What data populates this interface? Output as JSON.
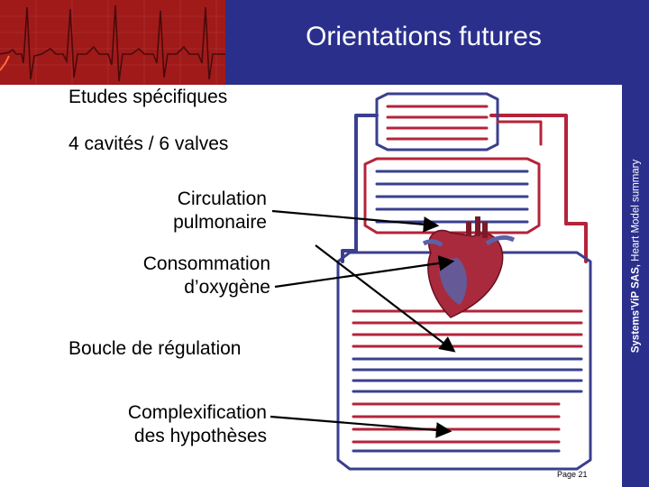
{
  "header": {
    "title": "Orientations futures"
  },
  "side_caption": {
    "brand": "Systems'ViP SAS,",
    "text": " Heart Model summary"
  },
  "labels": {
    "etudes": "Etudes spécifiques",
    "cavites": "4 cavités / 6 valves",
    "circulation_1": "Circulation",
    "circulation_2": "pulmonaire",
    "consommation_1": "Consommation",
    "consommation_2": "d’oxygène",
    "boucle": "Boucle de régulation",
    "complexification_1": "Complexification",
    "complexification_2": "des hypothèses"
  },
  "footer": {
    "page": "Page 21"
  },
  "colors": {
    "header": "#2b2f8c",
    "ecg_panel": "#a01a1a",
    "circuit_red": "#b5233a",
    "circuit_blue": "#3a3f8f"
  }
}
